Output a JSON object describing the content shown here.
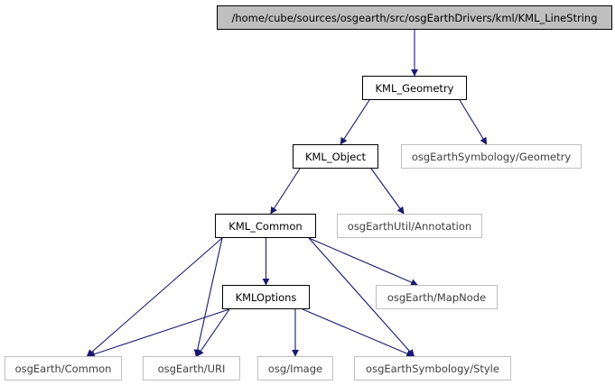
{
  "diagram": {
    "type": "include-dependency-graph",
    "edge_color": "#191970",
    "nodes": [
      {
        "id": "root",
        "label": "/home/cube/sources/osgearth/src/osgEarthDrivers/kml/KML_LineString",
        "style": "root"
      },
      {
        "id": "geometry",
        "label": "KML_Geometry",
        "style": "solid"
      },
      {
        "id": "object",
        "label": "KML_Object",
        "style": "solid"
      },
      {
        "id": "symgeom",
        "label": "osgEarthSymbology/Geometry",
        "style": "ghost"
      },
      {
        "id": "common",
        "label": "KML_Common",
        "style": "solid"
      },
      {
        "id": "annotation",
        "label": "osgEarthUtil/Annotation",
        "style": "ghost"
      },
      {
        "id": "options",
        "label": "KMLOptions",
        "style": "solid"
      },
      {
        "id": "mapnode",
        "label": "osgEarth/MapNode",
        "style": "ghost"
      },
      {
        "id": "ecommon",
        "label": "osgEarth/Common",
        "style": "ghost"
      },
      {
        "id": "uri",
        "label": "osgEarth/URI",
        "style": "ghost"
      },
      {
        "id": "image",
        "label": "osg/Image",
        "style": "ghost"
      },
      {
        "id": "style",
        "label": "osgEarthSymbology/Style",
        "style": "ghost"
      }
    ],
    "edges": [
      {
        "from": "root",
        "to": "geometry"
      },
      {
        "from": "geometry",
        "to": "object"
      },
      {
        "from": "geometry",
        "to": "symgeom"
      },
      {
        "from": "object",
        "to": "common"
      },
      {
        "from": "object",
        "to": "annotation"
      },
      {
        "from": "common",
        "to": "options"
      },
      {
        "from": "common",
        "to": "mapnode"
      },
      {
        "from": "common",
        "to": "ecommon"
      },
      {
        "from": "common",
        "to": "uri"
      },
      {
        "from": "common",
        "to": "style"
      },
      {
        "from": "options",
        "to": "ecommon"
      },
      {
        "from": "options",
        "to": "uri"
      },
      {
        "from": "options",
        "to": "image"
      },
      {
        "from": "options",
        "to": "style"
      }
    ]
  }
}
